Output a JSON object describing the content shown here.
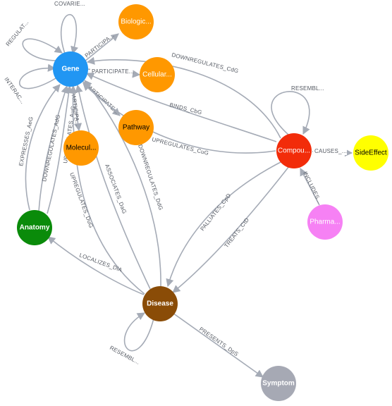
{
  "colors": {
    "gene": "#2196f3",
    "orange": "#ff9800",
    "compound": "#f22c0a",
    "side_effect": "#ffff00",
    "pharmacologic_class": "#f681f4",
    "anatomy": "#0a8b0a",
    "disease": "#8a4c07",
    "symptom": "#a6a9b4",
    "edge": "#a5abb6"
  },
  "nodes": {
    "gene": {
      "label": "Gene",
      "text_color": "#ffffff",
      "bold": true
    },
    "biological_process": {
      "label": "Biologic...",
      "text_color": "#ffffff",
      "bold": false
    },
    "cellular_component": {
      "label": "Cellular...",
      "text_color": "#ffffff",
      "bold": false
    },
    "pathway": {
      "label": "Pathway",
      "text_color": "#000000",
      "bold": false
    },
    "molecular_function": {
      "label": "Molecul...",
      "text_color": "#000000",
      "bold": false
    },
    "compound": {
      "label": "Compou...",
      "text_color": "#ffffff",
      "bold": false
    },
    "side_effect": {
      "label": "SideEffect",
      "text_color": "#000000",
      "bold": false
    },
    "pharmacologic_class": {
      "label": "Pharma...",
      "text_color": "#ffffff",
      "bold": false
    },
    "anatomy": {
      "label": "Anatomy",
      "text_color": "#ffffff",
      "bold": true
    },
    "disease": {
      "label": "Disease",
      "text_color": "#ffffff",
      "bold": true
    },
    "symptom": {
      "label": "Symptom",
      "text_color": "#ffffff",
      "bold": true
    }
  },
  "edges": {
    "covaries": "COVARIE...",
    "regulates": "REGULAT...",
    "interacts": "INTERAC...",
    "participates_bp": "PARTICIPA...",
    "participates_cc": "PARTICIPATE...",
    "participates_pw": "PARTICIPATE...",
    "participates_mf": "PARTICIPA...",
    "expresses": "EXPRESSES_AeG",
    "downregulates_aeg": "DOWNREGULATES_AdG",
    "upregulates_aug": "UPREGULATES_AuG",
    "upregulates_dug": "UPREGULATES_DuG",
    "associates": "ASSOCIATES_DaG",
    "downregulates_ddg": "DOWNREGULATES_DdG",
    "downregulates_cdg": "DOWNREGULATES_CdG",
    "binds": "BINDS_CbG",
    "upregulates_cug": "UPREGULATES_CuG",
    "resembles_crc": "RESEMBL...",
    "causes": "CAUSES_...",
    "includes": "INCLUDES...",
    "palliates": "PALLIATES_CpD",
    "treats": "TREATS_CtD",
    "localizes": "LOCALIZES_DlA",
    "presents": "PRESENTS_DpS",
    "resembles_drd": "RESEMBL..."
  }
}
